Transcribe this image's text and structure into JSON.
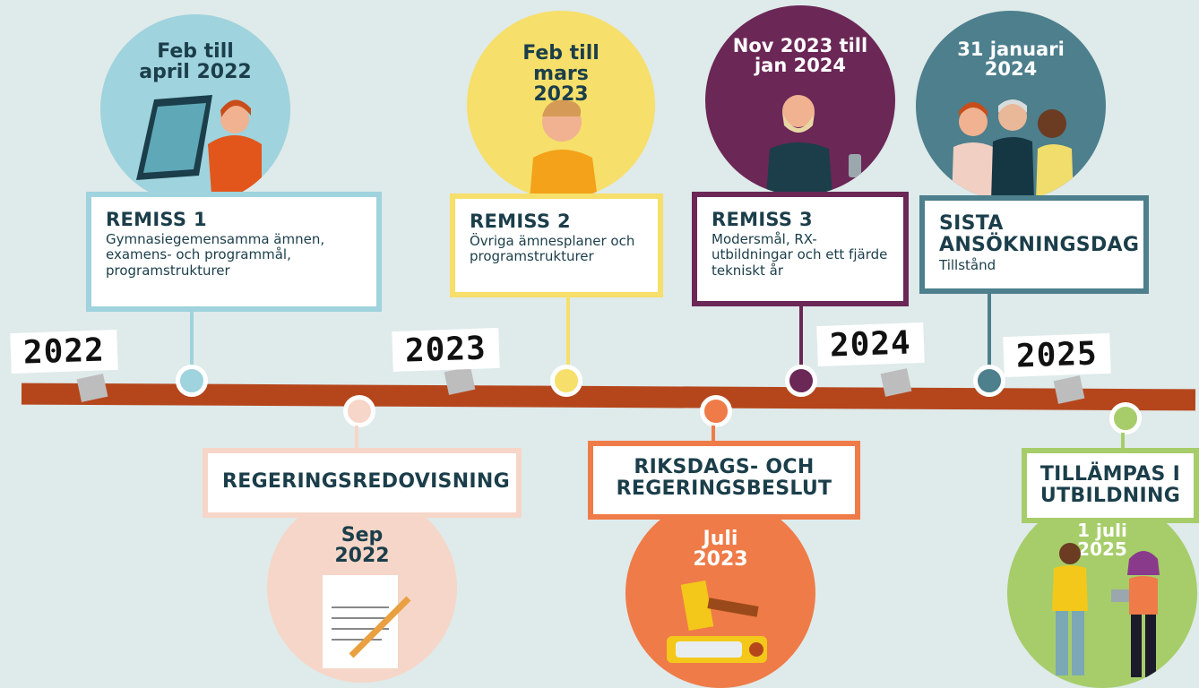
{
  "years": [
    "2022",
    "2023",
    "2024",
    "2025"
  ],
  "events_top": [
    {
      "date": "Feb till april 2022",
      "title": "REMISS 1",
      "desc": "Gymnasiegemensamma ämnen, examens- och programmål, programstrukturer",
      "color": "#9fd3dd"
    },
    {
      "date": "Feb till mars 2023",
      "title": "REMISS 2",
      "desc": "Övriga ämnesplaner och programstrukturer",
      "color": "#f6df6a"
    },
    {
      "date": "Nov 2023 till jan 2024",
      "title": "REMISS 3",
      "desc": "Modersmål, RX-utbildningar och ett fjärde tekniskt år",
      "color": "#6b2756"
    },
    {
      "date": "31 januari 2024",
      "title": "SISTA ANSÖKNINGSDAG",
      "desc": "Tillstånd",
      "color": "#4d7f8d"
    }
  ],
  "events_bottom": [
    {
      "date": "Sep 2022",
      "title": "REGERINGSREDOVISNING",
      "color": "#f6d6c8"
    },
    {
      "date": "Juli 2023",
      "title": "RIKSDAGS- OCH REGERINGSBESLUT",
      "color": "#ef7b48"
    },
    {
      "date": "1 juli 2025",
      "title": "TILLÄMPAS I UTBILDNING",
      "color": "#a6cd6a"
    }
  ],
  "colors": {
    "background": "#dfeaea",
    "timeline": "#b5461c",
    "text": "#1b3e4a"
  }
}
